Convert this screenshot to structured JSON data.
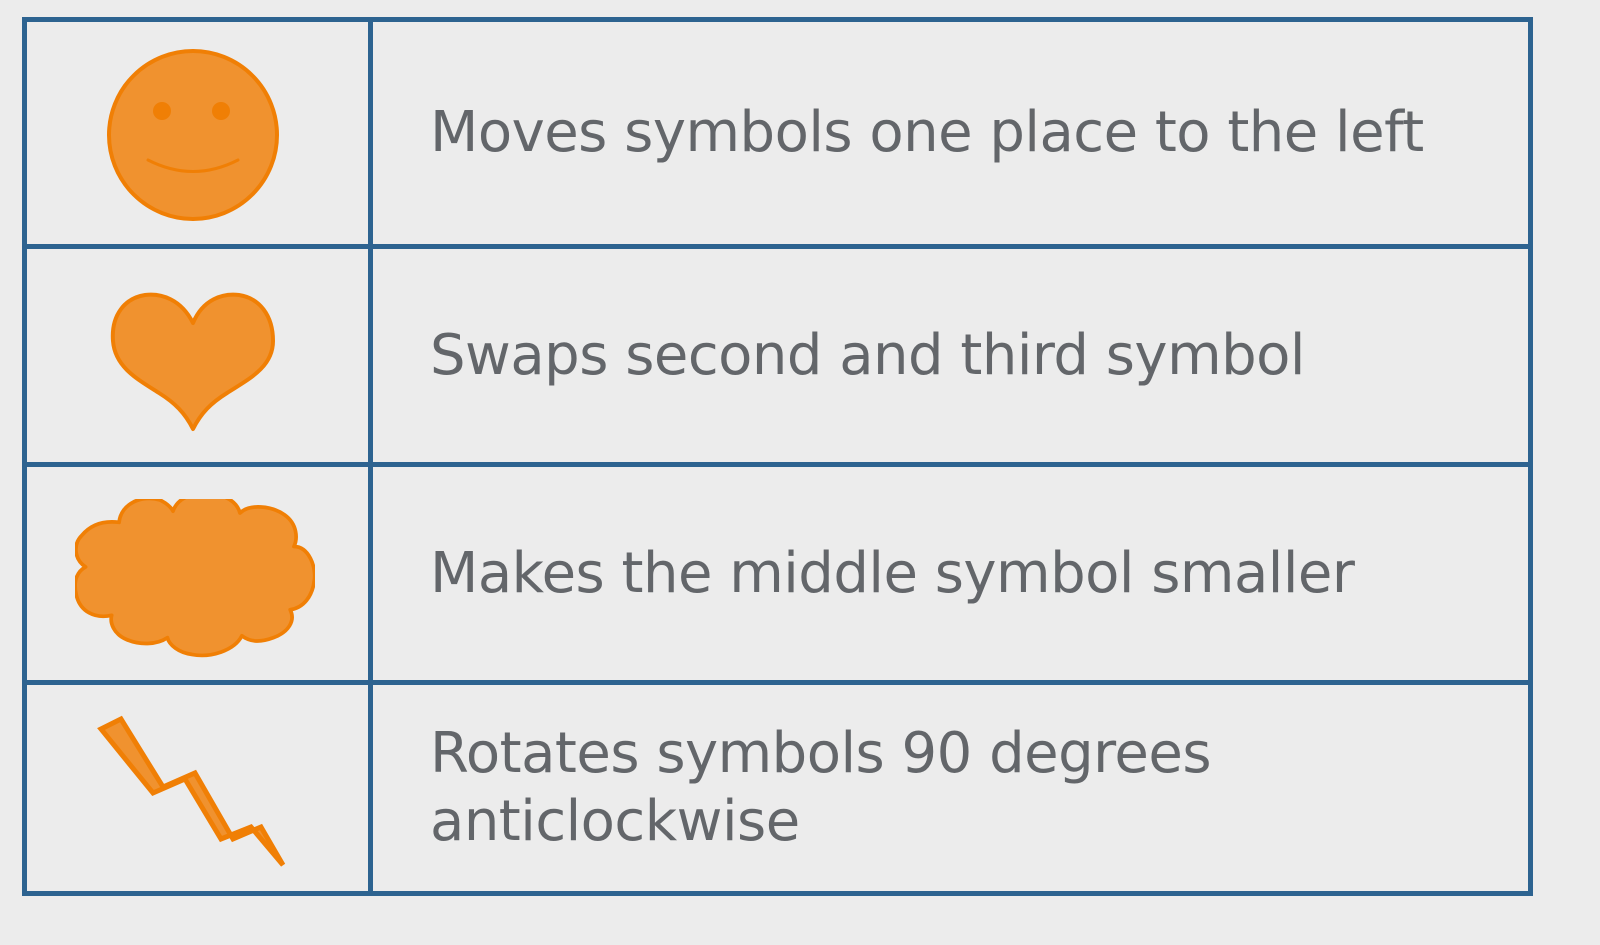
{
  "colors": {
    "background": "#ececec",
    "border": "#2d6390",
    "text": "#63666a",
    "icon_fill": "#f0922f",
    "icon_stroke": "#f07f05"
  },
  "legend": {
    "rows": [
      {
        "icon": "smiley-face-icon",
        "description": "Moves symbols one place to the left"
      },
      {
        "icon": "heart-icon",
        "description": "Swaps second and third symbol"
      },
      {
        "icon": "cloud-icon",
        "description": "Makes the middle symbol smaller"
      },
      {
        "icon": "lightning-bolt-icon",
        "description": "Rotates symbols 90 degrees\nanticlockwise"
      }
    ]
  }
}
